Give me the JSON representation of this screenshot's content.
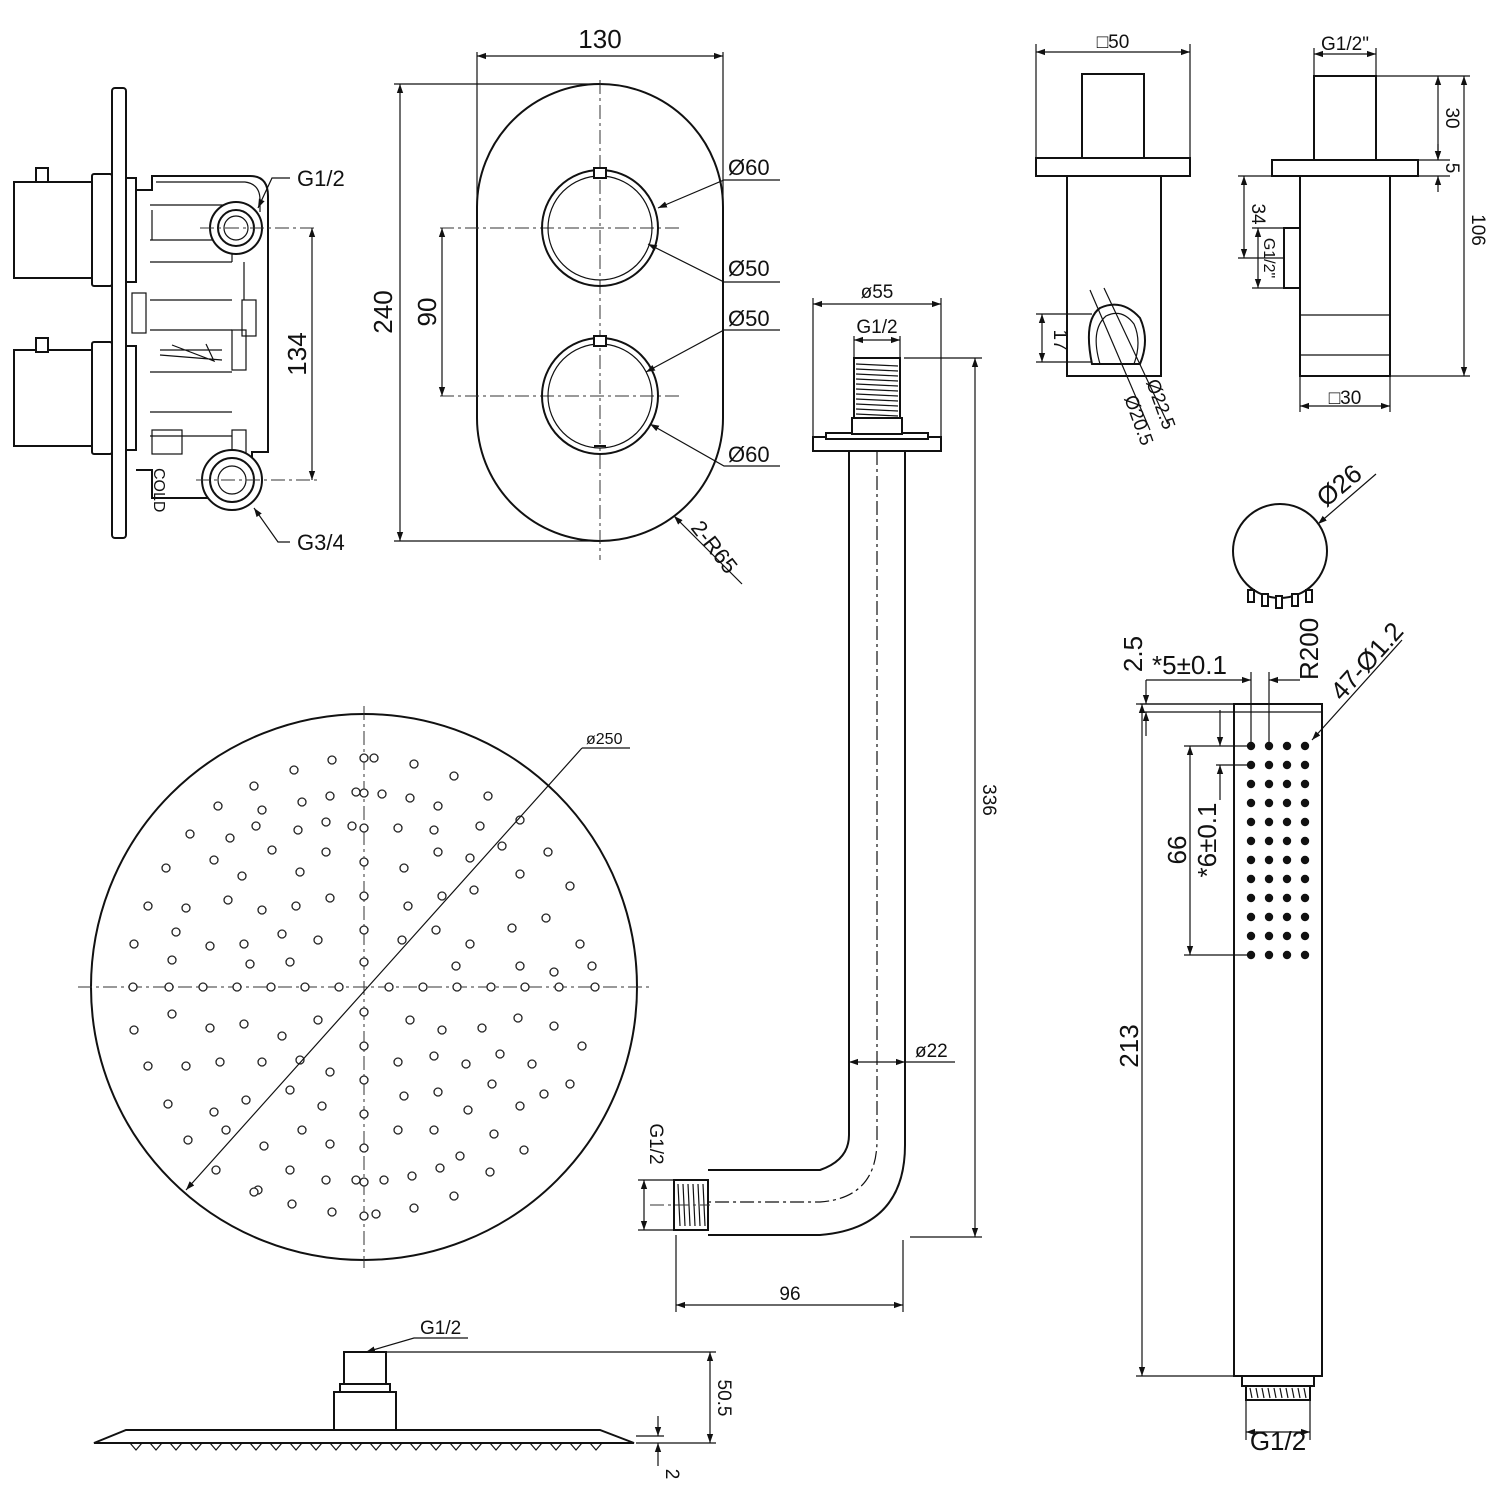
{
  "valve_body": {
    "inlet_top": "G1/2",
    "inlet_bottom": "G3/4",
    "centres": "134",
    "cold_label": "COLD"
  },
  "faceplate": {
    "width": "130",
    "height": "240",
    "handle_centres": "90",
    "outer_ring_top": "Ø60",
    "inner_ring_top": "Ø50",
    "inner_ring_bottom": "Ø50",
    "outer_ring_bottom": "Ø60",
    "corner_radius": "2-R65"
  },
  "shower_arm": {
    "flange": "ø55",
    "thread_top": "G1/2",
    "length": "336",
    "pipe": "ø22",
    "thread_side": "G1/2",
    "projection": "96"
  },
  "wall_outlet_bracket": {
    "front_width": "□50",
    "holder_height": "17",
    "inner_dia": "Ø20.5",
    "outer_dia": "Ø22.5",
    "top_thread": "G1/2\"",
    "top_height": "30",
    "flange_thickness": "5",
    "total_height": "106",
    "outlet_offset": "34",
    "outlet_thread": "G1/2\"",
    "body_width": "□30"
  },
  "hand_shower": {
    "head_dia": "Ø26",
    "top_offset": "2.5",
    "hole_pitch_x": "*5±0.1",
    "radius": "R200",
    "nozzles": "47-Ø1.2",
    "nozzle_span": "66",
    "hole_pitch_y": "*6±0.1",
    "length": "213",
    "thread": "G1/2"
  },
  "rain_head": {
    "diameter": "ø250",
    "thread": "G1/2",
    "height": "50.5",
    "plate_thickness": "2"
  }
}
